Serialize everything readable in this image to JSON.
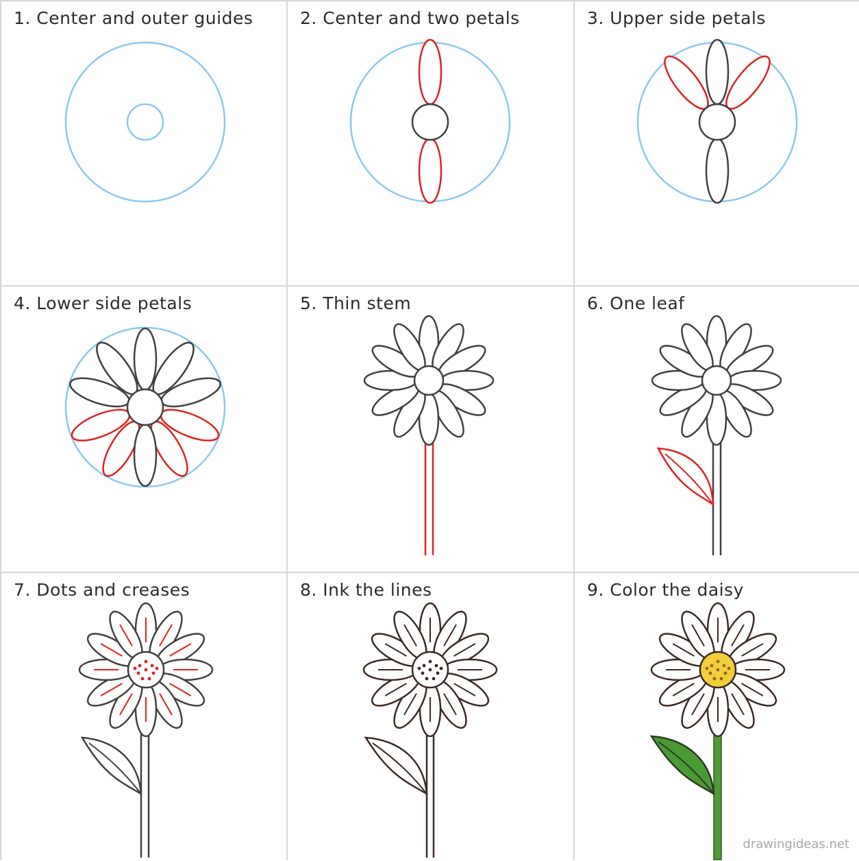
{
  "steps": [
    {
      "label": "1. Center and outer guides"
    },
    {
      "label": "2. Center and two petals"
    },
    {
      "label": "3. Upper side petals"
    },
    {
      "label": "4. Lower side petals"
    },
    {
      "label": "5. Thin stem"
    },
    {
      "label": "6. One leaf"
    },
    {
      "label": "7. Dots and creases"
    },
    {
      "label": "8. Ink the lines"
    },
    {
      "label": "9. Color the daisy"
    }
  ],
  "watermark": "drawingideas.net",
  "colors": {
    "guide": "#8cc8ec",
    "new_lines": "#e02020",
    "pencil": "#404040",
    "ink": "#3b2a22",
    "center_yellow": "#f2cf3a",
    "center_dots": "#8a6a1a",
    "stem_green": "#4f9b36",
    "leaf_green": "#4a9a36",
    "grid_line": "#d6d6d6"
  }
}
